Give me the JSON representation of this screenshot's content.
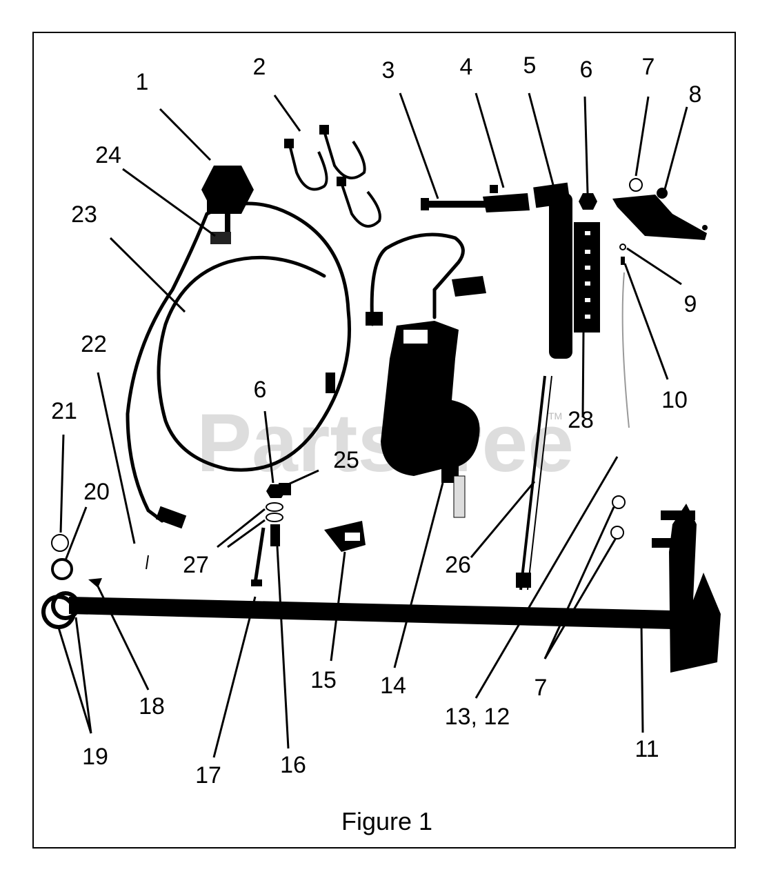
{
  "figure": {
    "caption": "Figure 1",
    "watermark": "PartsTree",
    "watermark_tm": "TM",
    "callouts": [
      {
        "id": "c1",
        "label": "1"
      },
      {
        "id": "c2",
        "label": "2"
      },
      {
        "id": "c3",
        "label": "3"
      },
      {
        "id": "c4",
        "label": "4"
      },
      {
        "id": "c5",
        "label": "5"
      },
      {
        "id": "c6a",
        "label": "6"
      },
      {
        "id": "c7a",
        "label": "7"
      },
      {
        "id": "c8",
        "label": "8"
      },
      {
        "id": "c9",
        "label": "9"
      },
      {
        "id": "c10",
        "label": "10"
      },
      {
        "id": "c24",
        "label": "24"
      },
      {
        "id": "c23",
        "label": "23"
      },
      {
        "id": "c22",
        "label": "22"
      },
      {
        "id": "c21",
        "label": "21"
      },
      {
        "id": "c20",
        "label": "20"
      },
      {
        "id": "c6b",
        "label": "6"
      },
      {
        "id": "c25",
        "label": "25"
      },
      {
        "id": "c27",
        "label": "27"
      },
      {
        "id": "c28",
        "label": "28"
      },
      {
        "id": "c26",
        "label": "26"
      },
      {
        "id": "c18",
        "label": "18"
      },
      {
        "id": "c19",
        "label": "19"
      },
      {
        "id": "c17",
        "label": "17"
      },
      {
        "id": "c16",
        "label": "16"
      },
      {
        "id": "c15",
        "label": "15"
      },
      {
        "id": "c14",
        "label": "14"
      },
      {
        "id": "c1312",
        "label": "13, 12"
      },
      {
        "id": "c7b",
        "label": "7"
      },
      {
        "id": "c11",
        "label": "11"
      }
    ]
  }
}
